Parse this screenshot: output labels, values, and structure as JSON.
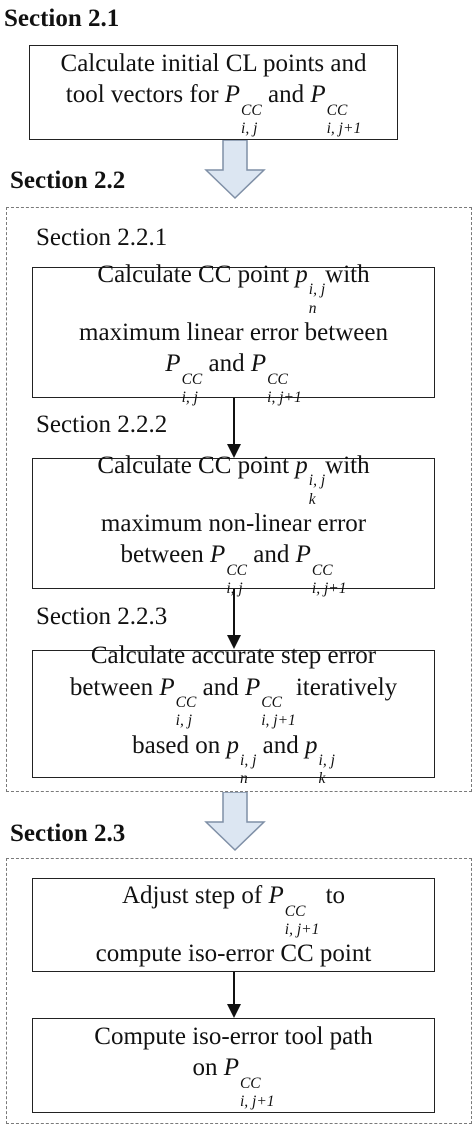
{
  "sections": {
    "s21": "Section 2.1",
    "s22": "Section 2.2",
    "s221": "Section 2.2.1",
    "s222": "Section 2.2.2",
    "s223": "Section 2.2.3",
    "s23": "Section 2.3"
  },
  "symbols": {
    "P": "P",
    "p": "p",
    "CC": "CC",
    "ij": "i, j",
    "ij1": "i, j+1",
    "n": "n",
    "k": "k"
  },
  "boxes": {
    "b1": {
      "l1": "Calculate initial CL points and",
      "l2a": "tool vectors for",
      "and": "and"
    },
    "b2": {
      "l1a": "Calculate CC point",
      "l1b": "with",
      "l2": "maximum linear error between",
      "and": "and"
    },
    "b3": {
      "l1a": "Calculate CC point",
      "l1b": "with",
      "l2": "maximum non-linear error",
      "l3a": "between",
      "and": "and"
    },
    "b4": {
      "l1": "Calculate accurate step error",
      "l2a": "between",
      "and": "and",
      "l2b": "iteratively",
      "l3a": "based on",
      "and2": "and"
    },
    "b5": {
      "l1a": "Adjust step of",
      "l1b": "to",
      "l2": "compute iso-error CC point"
    },
    "b6": {
      "l1": "Compute iso-error tool path",
      "l2a": "on"
    }
  },
  "colors": {
    "big_arrow_fill": "#dce6f2",
    "big_arrow_stroke": "#7f8fa6",
    "dash": "#7a7a7a"
  }
}
